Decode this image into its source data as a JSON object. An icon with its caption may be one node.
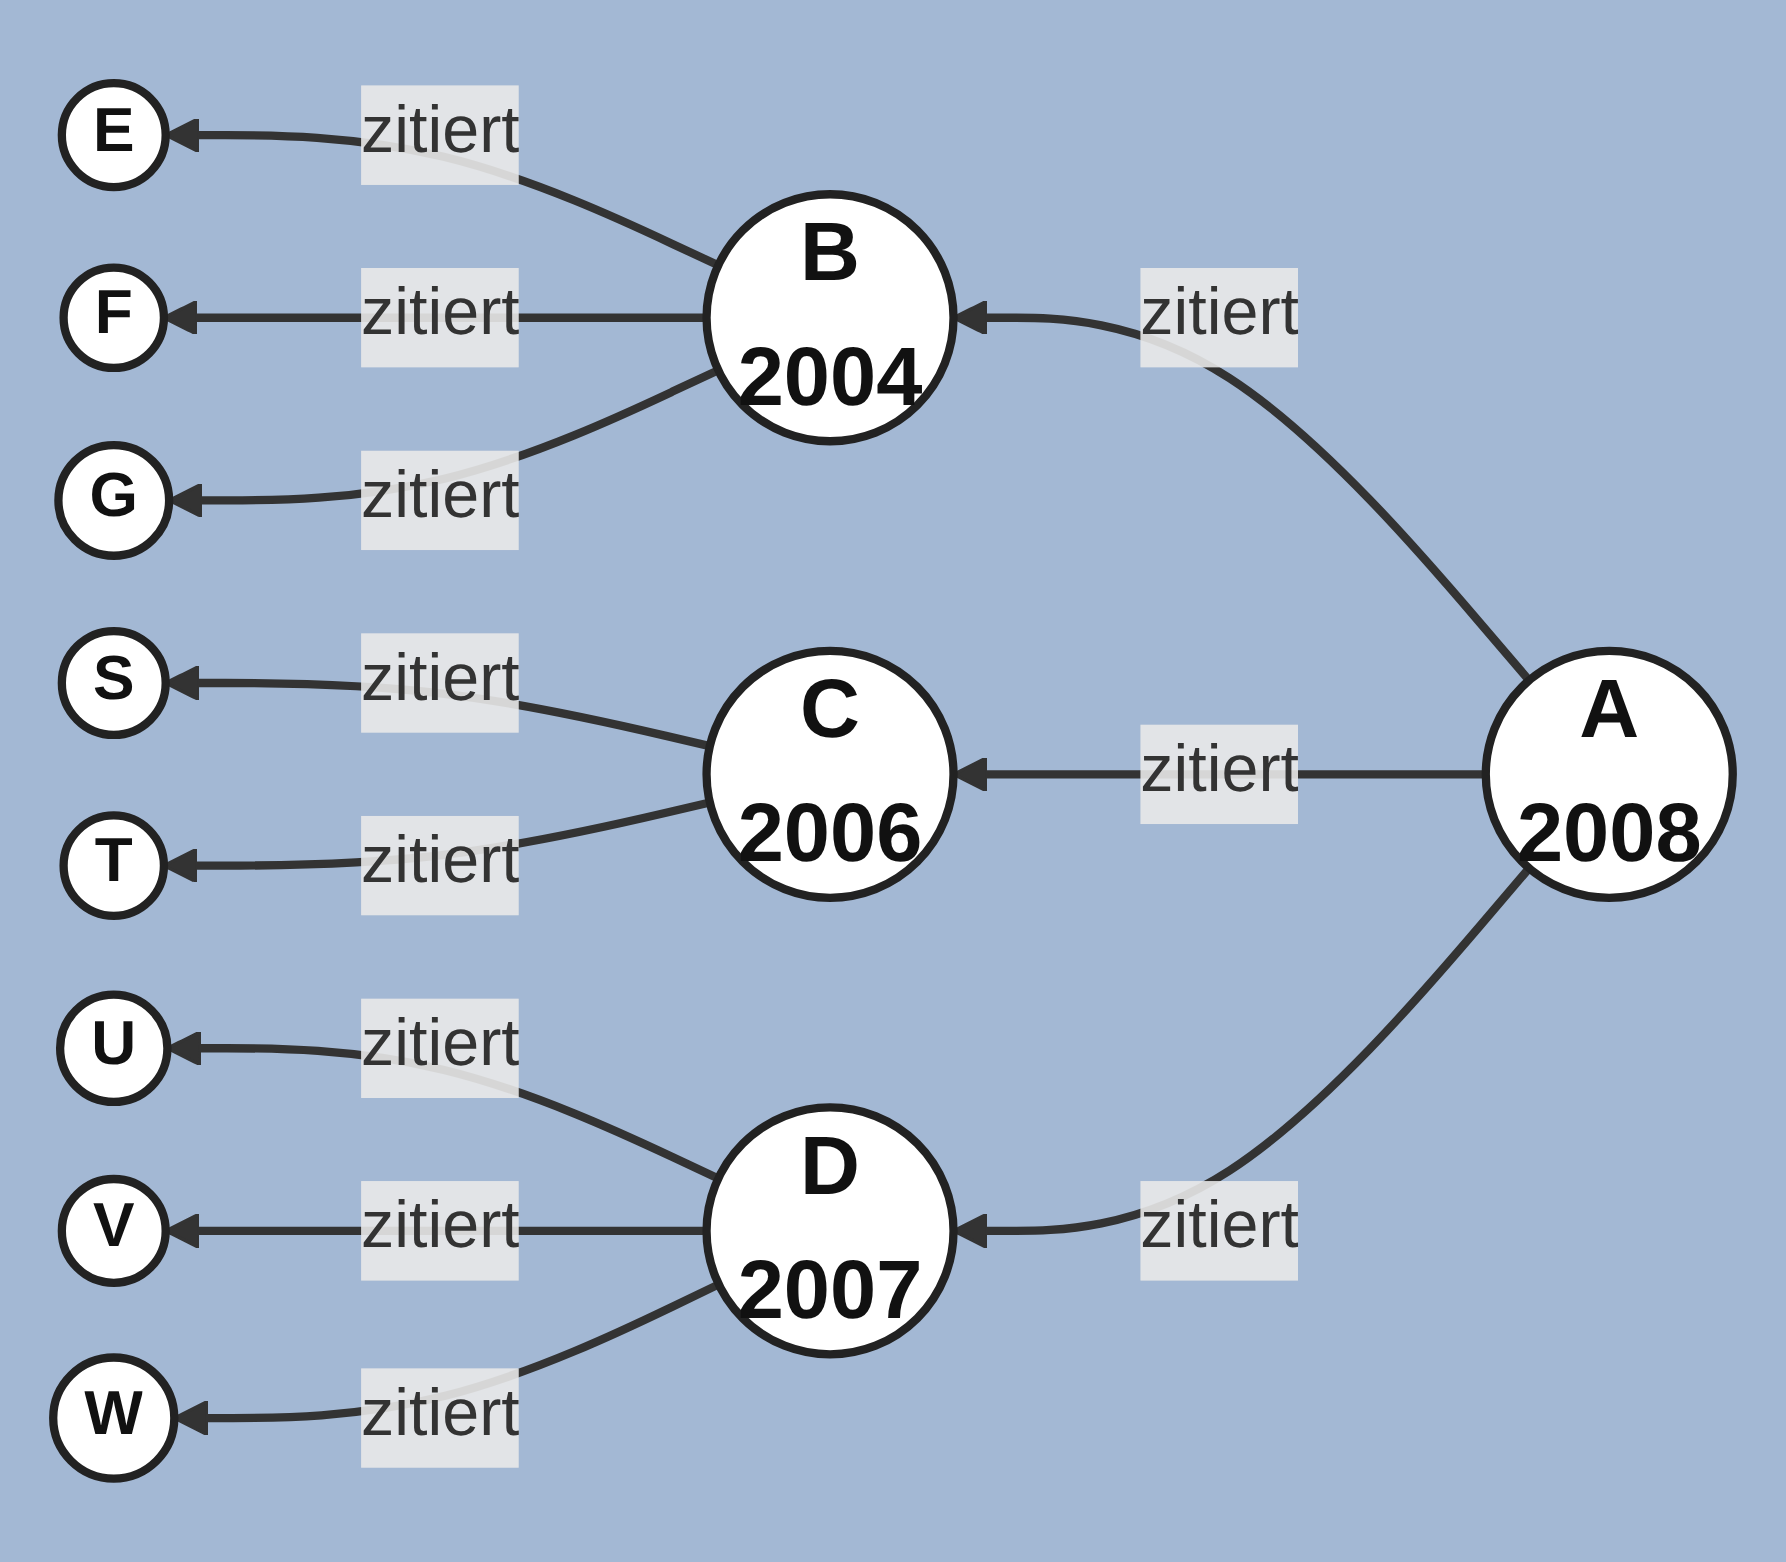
{
  "diagram": {
    "nodes": [
      {
        "text": [
          "A",
          "2008"
        ]
      },
      {
        "text": [
          "B",
          "2004"
        ]
      },
      {
        "text": [
          "C",
          "2006"
        ]
      },
      {
        "text": [
          "D",
          "2007"
        ]
      },
      {
        "text": [
          "E"
        ]
      },
      {
        "text": [
          "F"
        ]
      },
      {
        "text": [
          "G"
        ]
      },
      {
        "text": [
          "S"
        ]
      },
      {
        "text": [
          "T"
        ]
      },
      {
        "text": [
          "U"
        ]
      },
      {
        "text": [
          "V"
        ]
      },
      {
        "text": [
          "W"
        ]
      }
    ],
    "edges": [
      {
        "from": 0,
        "to": 1,
        "arrow": "to",
        "label": "zitiert"
      },
      {
        "from": 0,
        "to": 2,
        "arrow": "to",
        "label": "zitiert"
      },
      {
        "from": 0,
        "to": 3,
        "arrow": "to",
        "label": "zitiert"
      },
      {
        "from": 1,
        "to": 4,
        "arrow": "to",
        "label": "zitiert"
      },
      {
        "from": 1,
        "to": 5,
        "arrow": "to",
        "label": "zitiert"
      },
      {
        "from": 1,
        "to": 6,
        "arrow": "to",
        "label": "zitiert"
      },
      {
        "from": 2,
        "to": 7,
        "arrow": "to",
        "label": "zitiert"
      },
      {
        "from": 2,
        "to": 8,
        "arrow": "to",
        "label": "zitiert"
      },
      {
        "from": 3,
        "to": 9,
        "arrow": "to",
        "label": "zitiert"
      },
      {
        "from": 3,
        "to": 10,
        "arrow": "to",
        "label": "zitiert"
      },
      {
        "from": 3,
        "to": 11,
        "arrow": "to",
        "label": "zitiert"
      }
    ]
  }
}
